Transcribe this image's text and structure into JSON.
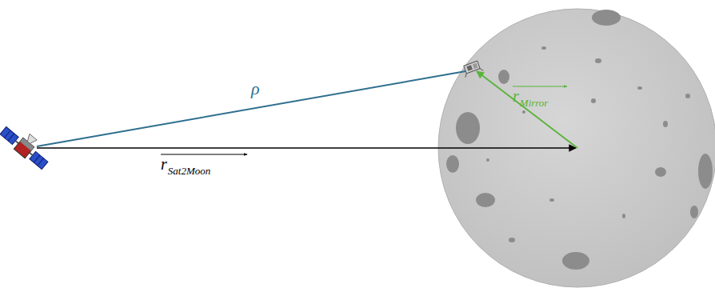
{
  "diagram": {
    "labels": [
      "ρ",
      "r",
      "Sat2Moon",
      "r",
      "Mirror"
    ]
  }
}
